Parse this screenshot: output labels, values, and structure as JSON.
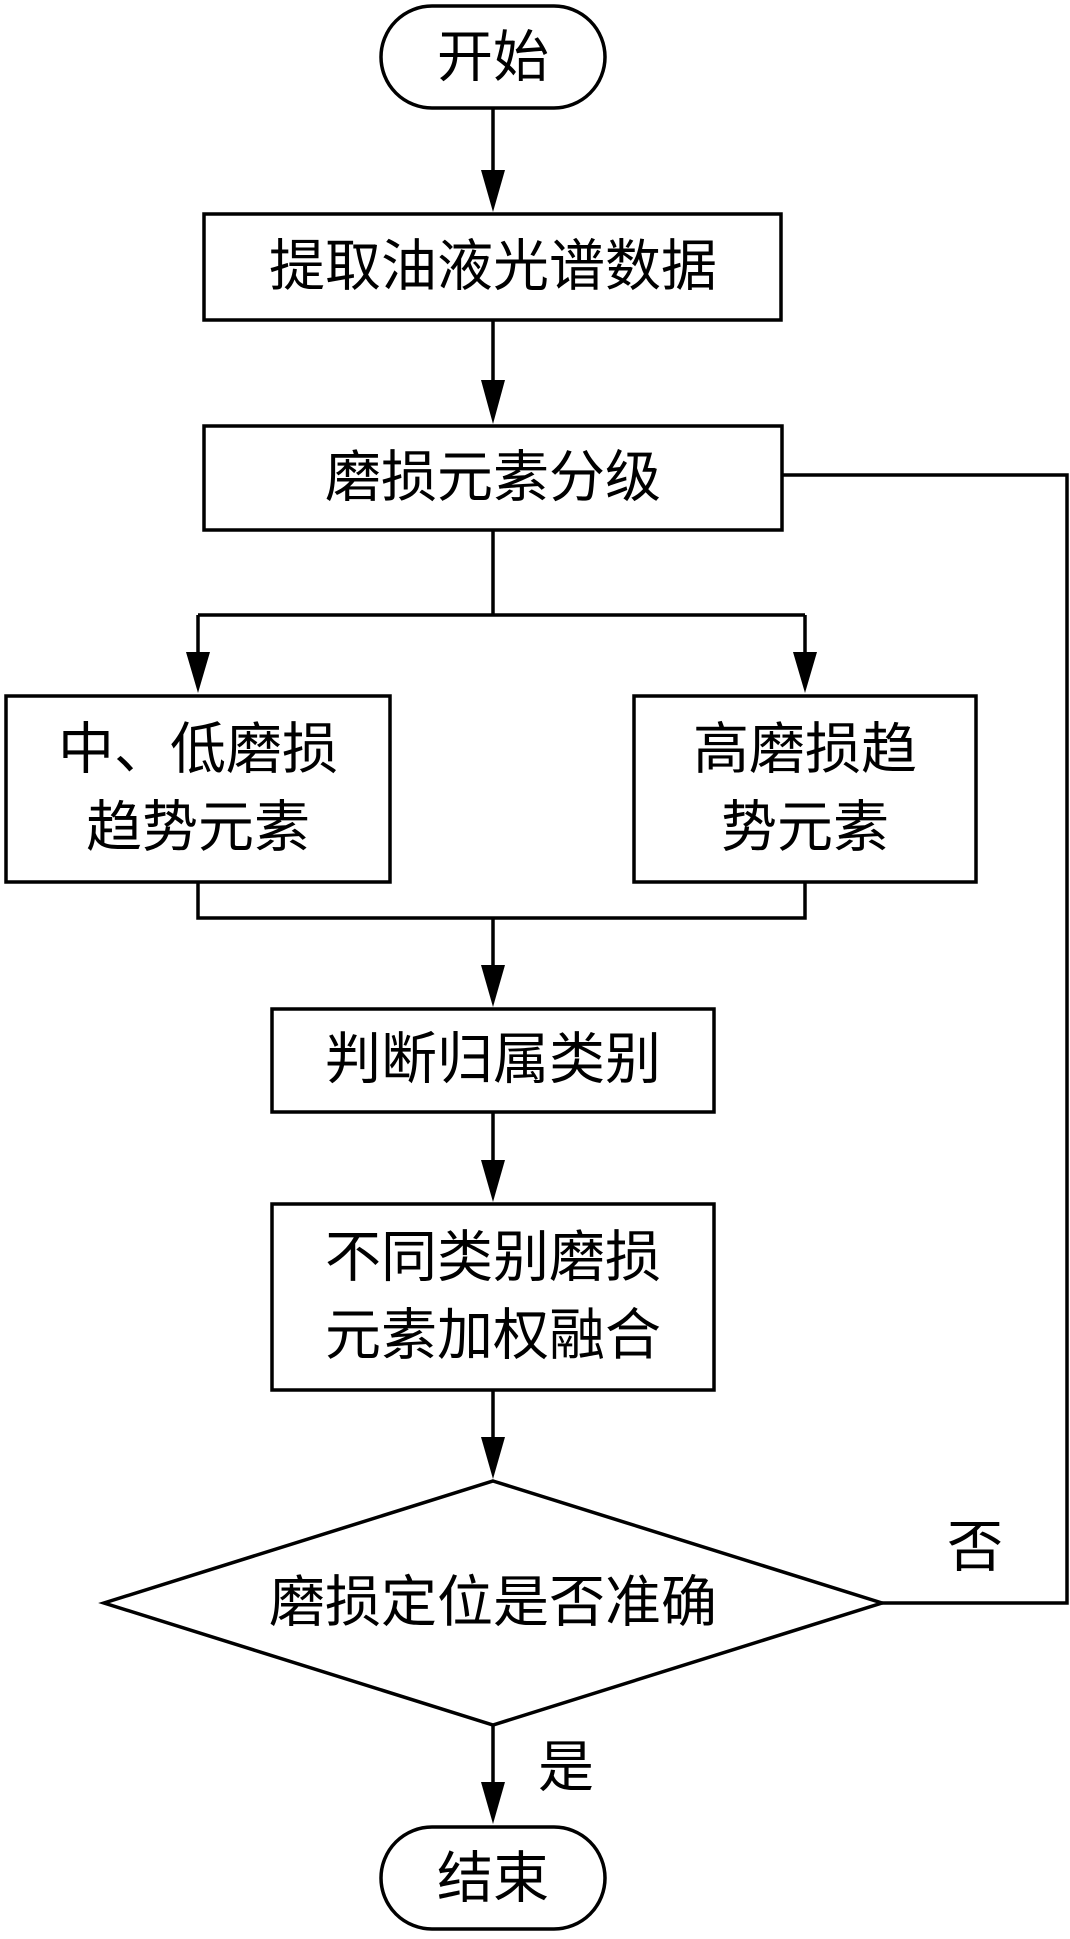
{
  "nodes": {
    "start": "开始",
    "extract": "提取油液光谱数据",
    "classify": "磨损元素分级",
    "low_mid": [
      "中、低磨损",
      "趋势元素"
    ],
    "high": [
      "高磨损趋",
      "势元素"
    ],
    "judge": "判断归属类别",
    "fusion": [
      "不同类别磨损",
      "元素加权融合"
    ],
    "decision": "磨损定位是否准确",
    "end": "结束"
  },
  "edges": {
    "no_label": "否",
    "yes_label": "是"
  }
}
